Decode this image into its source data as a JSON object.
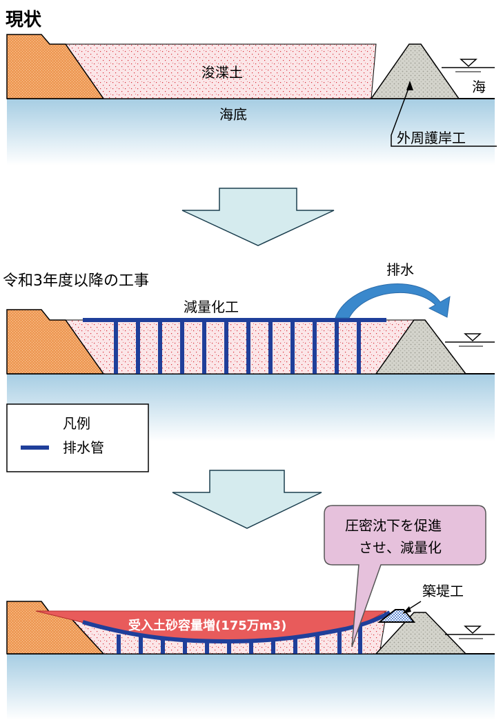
{
  "section1": {
    "title": "現状",
    "dredged_soil": "浚渫土",
    "seabed": "海底",
    "sea": "海",
    "seawall": "外周護岸工"
  },
  "section2": {
    "title": "令和3年度以降の工事",
    "drainage": "排水",
    "volume_reduction": "減量化工"
  },
  "legend": {
    "title": "凡例",
    "item": "排水管"
  },
  "section3": {
    "callout_line1": "圧密沈下を促進",
    "callout_line2": "させ、減量化",
    "embankment": "築堤工",
    "capacity_increase": "受入土砂容量増(175万m3)"
  },
  "colors": {
    "embankment_fill": "#ee9a57",
    "dredged_fill": "#fbe6e8",
    "seawall_fill": "#d4d4cc",
    "seabed_top": "#a6cde3",
    "drain_pipe": "#1f3f9a",
    "arrow_fill": "#d5ebee",
    "capacity_fill": "#e85b5b",
    "callout_fill": "#e6c1dc"
  }
}
